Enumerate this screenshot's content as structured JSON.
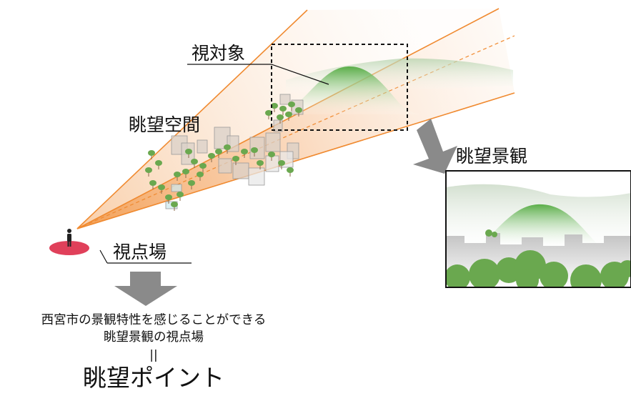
{
  "labels": {
    "view_target": "視対象",
    "view_space": "眺望空間",
    "vista": "眺望景観",
    "viewpoint": "視点場"
  },
  "caption": {
    "line1": "西宮市の景観特性を感じることができる",
    "line2": "眺望景観の視点場",
    "equals": "||",
    "title": "眺望ポイント"
  },
  "colors": {
    "cone_orange": "#f0a060",
    "cone_edge": "#f08a30",
    "mountain_green": "#5aae48",
    "viewpoint_red": "#e0405a",
    "arrow_gray": "#8a8a8a",
    "tree_green": "#6aa84f",
    "building_gray": "#c8c8c8"
  }
}
